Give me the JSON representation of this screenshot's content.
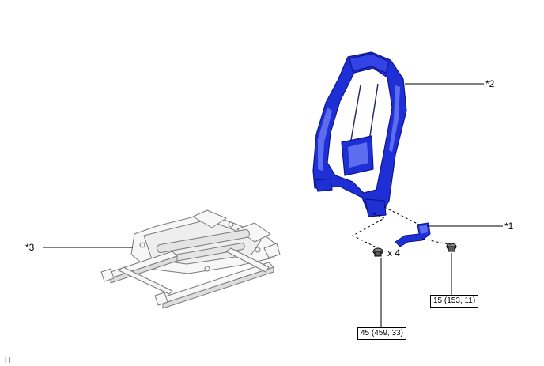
{
  "callouts": {
    "part1": "*1",
    "part2": "*2",
    "part3": "*3"
  },
  "quantity_label": "x 4",
  "torque_labels": {
    "bolt_large": "45 (459, 33)",
    "bolt_small": "15 (153, 11)"
  },
  "corner_code": "H",
  "colors": {
    "part_blue": "#1f2fd6",
    "part_blue_dark": "#0e168a",
    "part_blue_light": "#5d6df0",
    "frame_gray": "#7a7a7a",
    "line": "#000000"
  }
}
